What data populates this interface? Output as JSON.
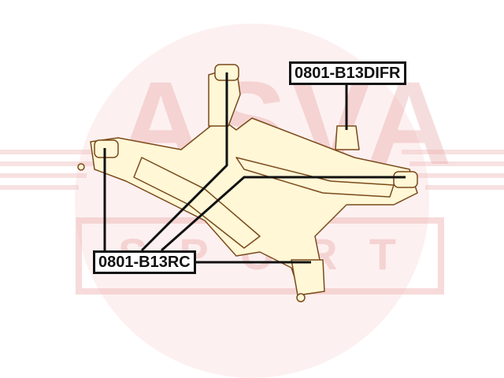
{
  "watermark": {
    "brand": "ASVA",
    "subtitle": "SPORT"
  },
  "callouts": [
    {
      "part_number": "0801-B13DIFR"
    },
    {
      "part_number": "0801-B13RC"
    }
  ],
  "colors": {
    "watermark": "#e8a0a0",
    "frame_fill": "#fff7d6",
    "frame_outline": "#7a4a1a",
    "leader": "#111111"
  }
}
